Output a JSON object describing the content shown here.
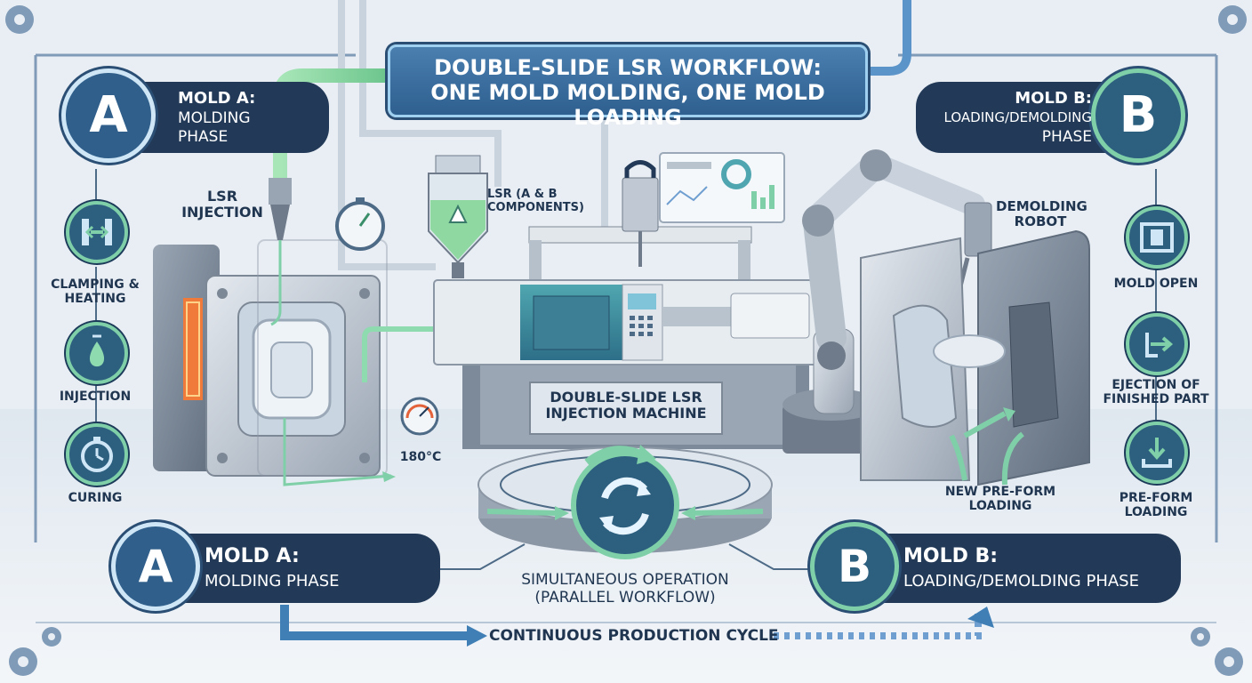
{
  "title": {
    "line1": "DOUBLE-SLIDE LSR WORKFLOW:",
    "line2": "ONE MOLD MOLDING, ONE MOLD LOADING"
  },
  "mold_a_top": {
    "letter": "A",
    "label": "MOLD A:",
    "sub1": "MOLDING",
    "sub2": "PHASE"
  },
  "mold_b_top": {
    "letter": "B",
    "label": "MOLD B:",
    "sub1": "LOADING/DEMOLDING",
    "sub2": "PHASE"
  },
  "left_steps": [
    {
      "label1": "CLAMPING &",
      "label2": "HEATING",
      "icon": "clamp-icon"
    },
    {
      "label1": "INJECTION",
      "label2": "",
      "icon": "droplet-icon"
    },
    {
      "label1": "CURING",
      "label2": "",
      "icon": "stopwatch-icon"
    }
  ],
  "right_steps": [
    {
      "label1": "MOLD OPEN",
      "label2": "",
      "icon": "mold-open-icon"
    },
    {
      "label1": "EJECTION OF",
      "label2": "FINISHED PART",
      "icon": "eject-icon"
    },
    {
      "label1": "PRE-FORM",
      "label2": "LOADING",
      "icon": "download-icon"
    }
  ],
  "labels": {
    "lsr_injection_1": "LSR",
    "lsr_injection_2": "INJECTION",
    "lsr_components_1": "LSR (A & B",
    "lsr_components_2": "COMPONENTS)",
    "demolding_robot_1": "DEMOLDING",
    "demolding_robot_2": "ROBOT",
    "machine_1": "DOUBLE-SLIDE LSR",
    "machine_2": "INJECTION MACHINE",
    "temperature": "180°C",
    "preform_1": "NEW PRE-FORM",
    "preform_2": "LOADING",
    "simultaneous_1": "SIMULTANEOUS OPERATION",
    "simultaneous_2": "(PARALLEL WORKFLOW)",
    "cycle": "CONTINUOUS PRODUCTION CYCLE"
  },
  "mold_a_bottom": {
    "letter": "A",
    "label": "MOLD A:",
    "sub": "MOLDING PHASE"
  },
  "mold_b_bottom": {
    "letter": "B",
    "label": "MOLD B:",
    "sub": "LOADING/DEMOLDING PHASE"
  },
  "colors": {
    "navy": "#223a58",
    "accent_green": "#7fd0a8",
    "accent_blue": "#3f7fb5",
    "heater": "#f07a3a"
  }
}
